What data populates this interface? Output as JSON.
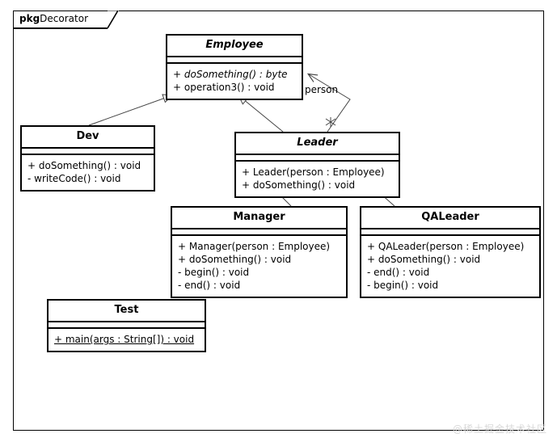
{
  "diagram": {
    "type": "uml-class-diagram",
    "package": {
      "keyword": "pkg",
      "name": "Decorator"
    },
    "watermark": "@稀土掘金技术社区",
    "classes": [
      {
        "id": "employee",
        "name": "Employee",
        "abstract": true,
        "operations": [
          {
            "text": "+ doSomething() : byte",
            "abstract": true,
            "static": false
          },
          {
            "text": "+ operation3() : void",
            "abstract": false,
            "static": false
          }
        ]
      },
      {
        "id": "dev",
        "name": "Dev",
        "abstract": false,
        "operations": [
          {
            "text": "+ doSomething() : void",
            "abstract": false,
            "static": false
          },
          {
            "text": "- writeCode() : void",
            "abstract": false,
            "static": false
          }
        ]
      },
      {
        "id": "leader",
        "name": "Leader",
        "abstract": true,
        "operations": [
          {
            "text": "+ Leader(person : Employee)",
            "abstract": false,
            "static": false
          },
          {
            "text": "+ doSomething() : void",
            "abstract": false,
            "static": false
          }
        ]
      },
      {
        "id": "manager",
        "name": "Manager",
        "abstract": false,
        "operations": [
          {
            "text": "+ Manager(person : Employee)",
            "abstract": false,
            "static": false
          },
          {
            "text": "+ doSomething() : void",
            "abstract": false,
            "static": false
          },
          {
            "text": "- begin() : void",
            "abstract": false,
            "static": false
          },
          {
            "text": "- end() : void",
            "abstract": false,
            "static": false
          }
        ]
      },
      {
        "id": "qaleader",
        "name": "QALeader",
        "abstract": false,
        "operations": [
          {
            "text": "+ QALeader(person : Employee)",
            "abstract": false,
            "static": false
          },
          {
            "text": "+ doSomething() : void",
            "abstract": false,
            "static": false
          },
          {
            "text": "- end() : void",
            "abstract": false,
            "static": false
          },
          {
            "text": "- begin() : void",
            "abstract": false,
            "static": false
          }
        ]
      },
      {
        "id": "test",
        "name": "Test",
        "abstract": false,
        "operations": [
          {
            "text": "+ main(args : String[]) : void",
            "abstract": false,
            "static": true
          }
        ]
      }
    ],
    "relationships": [
      {
        "id": "dev-employee",
        "kind": "generalization",
        "from": "Dev",
        "to": "Employee",
        "label": ""
      },
      {
        "id": "leader-employee",
        "kind": "generalization",
        "from": "Leader",
        "to": "Employee",
        "label": ""
      },
      {
        "id": "leader-person-employee",
        "kind": "association",
        "from": "Leader",
        "to": "Employee",
        "label": "person",
        "multiplicity": "*"
      },
      {
        "id": "manager-leader",
        "kind": "generalization",
        "from": "Manager",
        "to": "Leader",
        "label": ""
      },
      {
        "id": "qaleader-leader",
        "kind": "generalization",
        "from": "QALeader",
        "to": "Leader",
        "label": ""
      }
    ],
    "colors": {
      "line": "#000000",
      "background": "#ffffff",
      "watermark": "#d8d8d8"
    }
  }
}
